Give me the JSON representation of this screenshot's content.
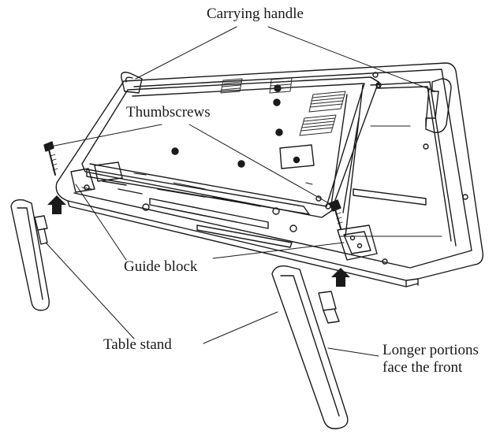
{
  "labels": {
    "carrying_handle": "Carrying handle",
    "thumbscrews": "Thumbscrews",
    "guide_block": "Guide block",
    "table_stand": "Table stand",
    "longer_portions_line1": "Longer portions",
    "longer_portions_line2": "face the front"
  },
  "colors": {
    "line": "#1a1a1a",
    "background": "#ffffff",
    "vent": "#2a2a2a"
  },
  "icons": {
    "arrow": "up-arrow-icon"
  }
}
